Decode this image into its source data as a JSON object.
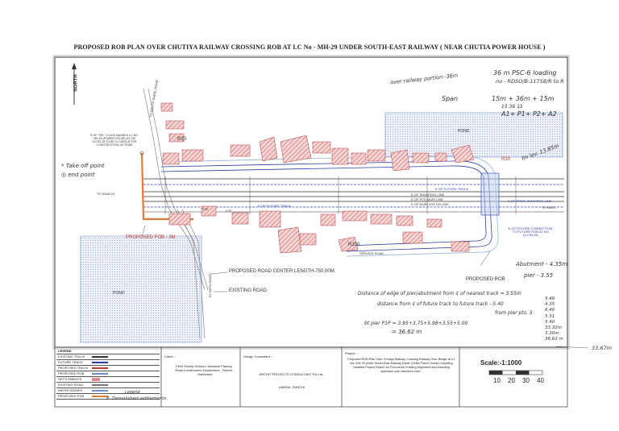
{
  "title": "PROPOSED ROB PLAN OVER CHUTIYA RAILWAY CROSSING ROB AT LC No - MH-29 UNDER SOUTH-EAST RAILWAY ( NEAR CHUTIA POWER HOUSE )",
  "north_label": "NORTH",
  "map_labels": {
    "to_sheel_road": "TO SOUTH SHEEL ROAD",
    "r20": "R20",
    "r30": "R30",
    "r100": "R100",
    "pond_top": "POND",
    "pond_left": "POND",
    "lc_note": "R.OF \"SPL\" CLASS MANNED LC NO. MH-29 (POWER HOUSE) AT KM 417/33-35 TO BE CLOSED AFTER CONSTRUCTION OF ROBS",
    "to_ranchi": "TO RANCHI",
    "to_muri": "TO MURI",
    "future_track_1": "E.OF FUTURE TRACK",
    "future_track_2": "E.OF FUTURE TRACK",
    "shunting_line": "E.OF SHUNTING LINE",
    "up_line": "E.OF HTE-MURI LINE",
    "down_line": "E.OF MURI-HTE DN LINE",
    "prop_shunting": "E.OF PROP. SHUNTING LINE",
    "future_connection": "E.OF FUTURE CONNECTION TO FUTURE ROB AT KM 417/33-35",
    "service_road": "SERVICE ROAD",
    "to_hatia": "TO HATIA ROAD",
    "proposed_fob": "PROPOSED FOB - 3M",
    "proposed_rob": "PROPOSED ROB",
    "road_length": "PROPOSED ROAD CENTER LENGTH-750.00M.",
    "existing_road": "EXISTING ROAD",
    "soc": "STN",
    "km": "0.00"
  },
  "handwritten": {
    "line1": "over railway portion -36m",
    "line2a": "36 m  PSC-6 loading",
    "line2b": "no - RDSO/B-11758/R to R",
    "span_label": "Span",
    "span_value": "15m + 36m + 15m",
    "span_value2": "15   36   15",
    "piers": "A1+ P1+ P2+ A2",
    "fin_lev": "fin lev. 13.85m",
    "take_off": "* Take off point",
    "end_point": "◎ end point",
    "abutment": "Abutment - 4.35m",
    "pier": "pier - 3.55",
    "distance_line1": "Distance of edge of pier/abutment from ¢ of nearest track = 3.55m",
    "distance_line2": "distance from ¢ of future track to future track - 5.40",
    "distance_line3": "from pier pts. 3",
    "calc_line1": "bt pier P1P = 3.95+3.75+5.98+3.55+5.00",
    "calc_line2": "= 36.62 m",
    "stack": [
      "5.40",
      "4.35",
      "6.40",
      "5.31",
      "5.40",
      "33.32m",
      "3.30m",
      "36.62 m"
    ],
    "total": "33.67m",
    "legend_note1": "Legend",
    "legend_note2": "8. Demolished settlements."
  },
  "legend": {
    "header": "LEGEND",
    "rows": [
      {
        "label": "EXISTING TRACK",
        "color": "#333333"
      },
      {
        "label": "FUTURE TRACK",
        "color": "#2a3da8"
      },
      {
        "label": "PROPOSED TRACK",
        "color": "#c0392b"
      },
      {
        "label": "PROPOSED ROB",
        "color": "#6b8fcf"
      },
      {
        "label": "SETTLEMENTS",
        "color": "#e08a8a"
      },
      {
        "label": "EXISTING ROAD",
        "color": "#777777"
      },
      {
        "label": "WATER BODIES",
        "color": "#6b8fcf"
      },
      {
        "label": "PROPOSED FOB",
        "color": "#e07b39"
      }
    ]
  },
  "client": {
    "label": "Client :-",
    "text": "Field Survey Division, Advance Planing , Road Construction Department , Ranchi , Jharkhand"
  },
  "consultant": {
    "label": "Design Consultant :-",
    "name": "ARCHIT PROJECTS CONSULTANT Pvt Ltd.,",
    "place": "HARMU, RANCHI"
  },
  "project": {
    "label": "Project :-",
    "text": "Proposed ROB Plan Over Chutiya Railway Crossing Railway Over Bridge at LC No.-MH-29 under South-East Railway (Near Chutia Power House) including Detailed Project Report for Foot at the Existing Alignment and including approach upto Namkum road ."
  },
  "scale": {
    "label": "Scale:-1:1000",
    "ticks": [
      "10",
      "20",
      "30",
      "40"
    ]
  },
  "colors": {
    "track": "#333333",
    "future": "#2a3da8",
    "settlement": "#e9a0a0",
    "settlement_stroke": "#b23a3a",
    "pond": "#6b8fcf",
    "rob": "#8fb0e0",
    "fob": "#e07b39"
  }
}
